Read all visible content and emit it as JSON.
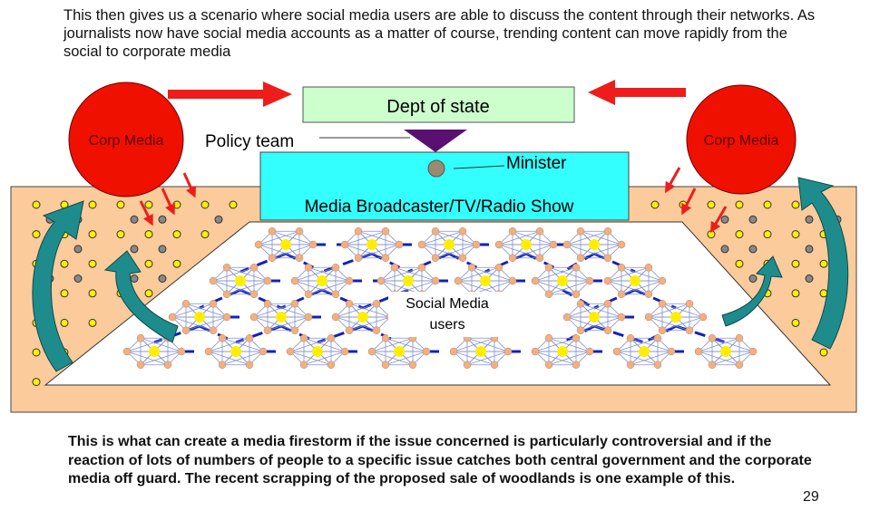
{
  "intro_text": "This then gives us a scenario where social media users are able to discuss the content through their networks. As journalists now have social media accounts as a matter of course, trending content can move rapidly from the social to corporate media",
  "outro_text": "This is what can create a media firestorm if the issue concerned is particularly controversial and if the reaction of lots of numbers of people to a specific issue catches both central government and the corporate media off guard. The recent scrapping of the proposed sale of woodlands is one example of this.",
  "page_number": "29",
  "diagram": {
    "dept": "Dept of state",
    "policy": "Policy team",
    "minister": "Minister",
    "broadcaster": "Media Broadcaster/TV/Radio Show",
    "corp_left": "Corp Media",
    "corp_right": "Corp Media",
    "social_line1": "Social Media",
    "social_line2": "users"
  },
  "colors": {
    "corp": "#f01000",
    "dept": "#ccffcc",
    "broadcaster": "#33ffff",
    "ground": "#fbcb9c",
    "arrow": "#ef1c1c",
    "teal": "#1e8c8c",
    "purple": "#5a1070",
    "network": "#1020c0"
  }
}
